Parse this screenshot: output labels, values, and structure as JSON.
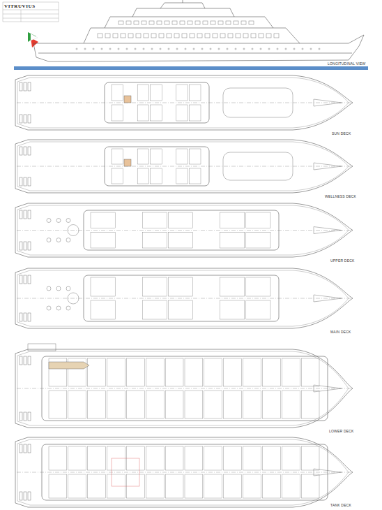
{
  "diagram": {
    "labels": [
      "VITRUVIUS",
      "LONGITUDINAL VIEW",
      "SUN DECK",
      "WELLNESS DECK",
      "UPPER DECK",
      "MAIN DECK",
      "LOWER DECK",
      "TANK DECK"
    ]
  }
}
